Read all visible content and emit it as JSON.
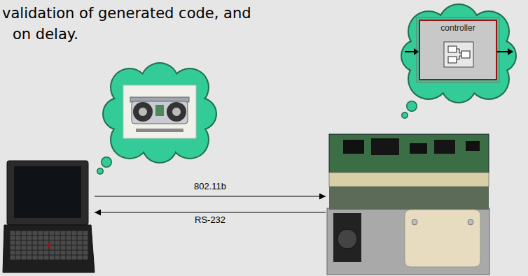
{
  "diagram": {
    "nodes": [
      {
        "text": [
          "controller"
        ]
      },
      {
        "text": []
      },
      {
        "text": []
      }
    ],
    "edges": [
      {
        "from": 1,
        "to": 2,
        "arrow": "to",
        "label": "802.11b"
      },
      {
        "from": 2,
        "to": 1,
        "arrow": "to",
        "label": "RS-232"
      }
    ],
    "labels": [
      "validation of generated code, and",
      "on delay."
    ]
  }
}
